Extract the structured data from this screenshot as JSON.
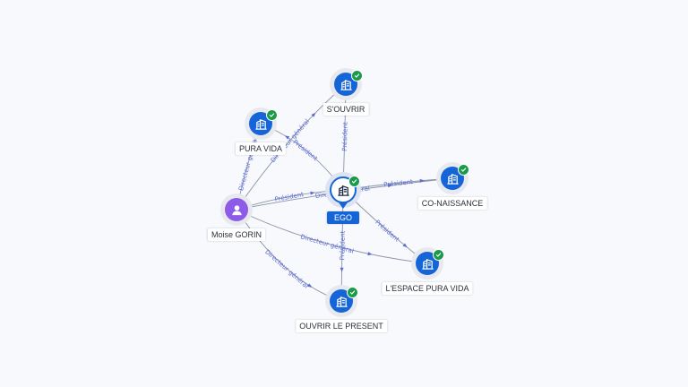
{
  "nodes": {
    "ego": {
      "label": "EGO",
      "icon": "building-icon",
      "verified": true
    },
    "s_ouvrir": {
      "label": "S'OUVRIR",
      "icon": "building-icon",
      "verified": true
    },
    "pura_vida": {
      "label": "PURA VIDA",
      "icon": "building-icon",
      "verified": true
    },
    "co_naissance": {
      "label": "CO-NAISSANCE",
      "icon": "building-icon",
      "verified": true
    },
    "lespace": {
      "label": "L'ESPACE PURA VIDA",
      "icon": "building-icon",
      "verified": true
    },
    "ouvrir_present": {
      "label": "OUVRIR LE PRESENT",
      "icon": "building-icon",
      "verified": true
    },
    "moise": {
      "label": "Moise GORIN",
      "icon": "person-icon"
    }
  },
  "edges": [
    {
      "from": "moise",
      "to": "ego",
      "label": "Président"
    },
    {
      "from": "moise",
      "to": "pura_vida",
      "label": "Directeur général"
    },
    {
      "from": "moise",
      "to": "s_ouvrir",
      "label": "Directeur général"
    },
    {
      "from": "moise",
      "to": "co_naissance",
      "label": "Directeur général"
    },
    {
      "from": "moise",
      "to": "lespace",
      "label": "Directeur général"
    },
    {
      "from": "moise",
      "to": "ouvrir_present",
      "label": "Directeur général"
    },
    {
      "from": "ego",
      "to": "s_ouvrir",
      "label": "Président"
    },
    {
      "from": "ego",
      "to": "pura_vida",
      "label": "Président"
    },
    {
      "from": "ego",
      "to": "co_naissance",
      "label": "Président"
    },
    {
      "from": "ego",
      "to": "lespace",
      "label": "Président"
    },
    {
      "from": "ego",
      "to": "ouvrir_present",
      "label": "Président"
    }
  ],
  "colors": {
    "company": "#1565d8",
    "person": "#8e5be8",
    "verified": "#1b9b4a",
    "edge_label": "#5b6bd4"
  }
}
